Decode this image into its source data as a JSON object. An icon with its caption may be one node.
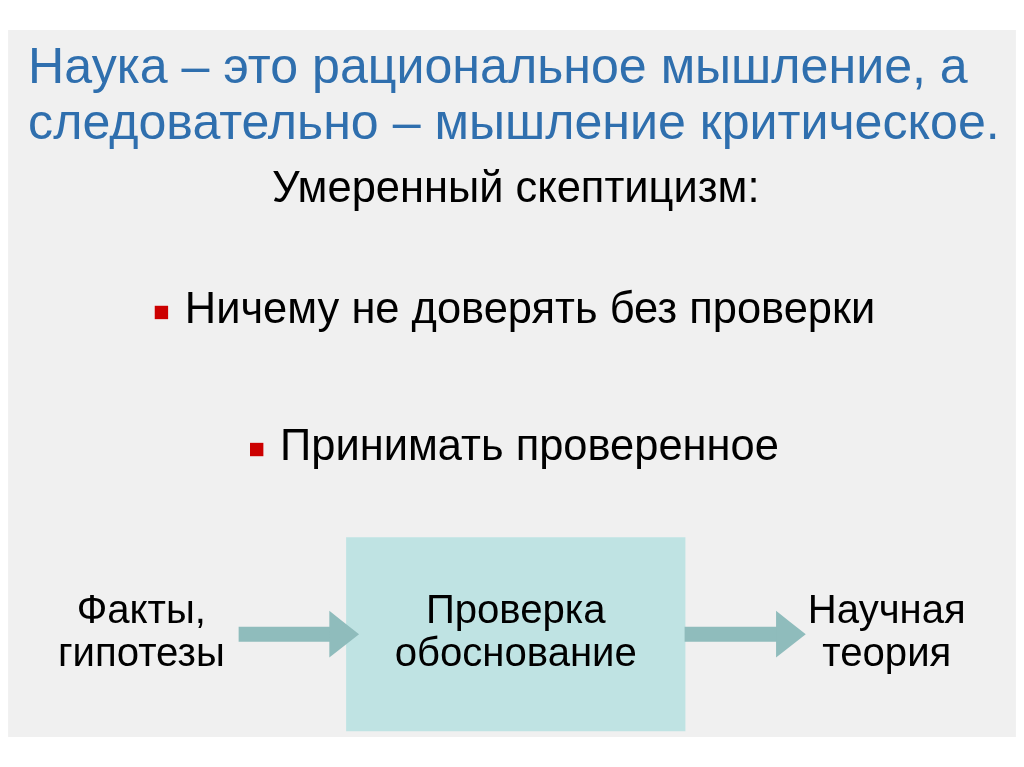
{
  "diagram": {
    "title": "Наука – это рациональное мышление, а следовательно – мышление критическое.",
    "nodes": [
      {
        "text": [
          "Факты, гипотезы"
        ]
      },
      {
        "text": [
          "Проверка обоснование"
        ]
      },
      {
        "text": [
          "Научная теория"
        ]
      }
    ],
    "edges": [
      {
        "from": 0,
        "to": 1,
        "arrow": "to"
      },
      {
        "from": 1,
        "to": 2,
        "arrow": "to"
      }
    ],
    "labels": [
      "Умеренный скептицизм:",
      "Ничему не доверять без проверки",
      "Принимать проверенное"
    ]
  }
}
